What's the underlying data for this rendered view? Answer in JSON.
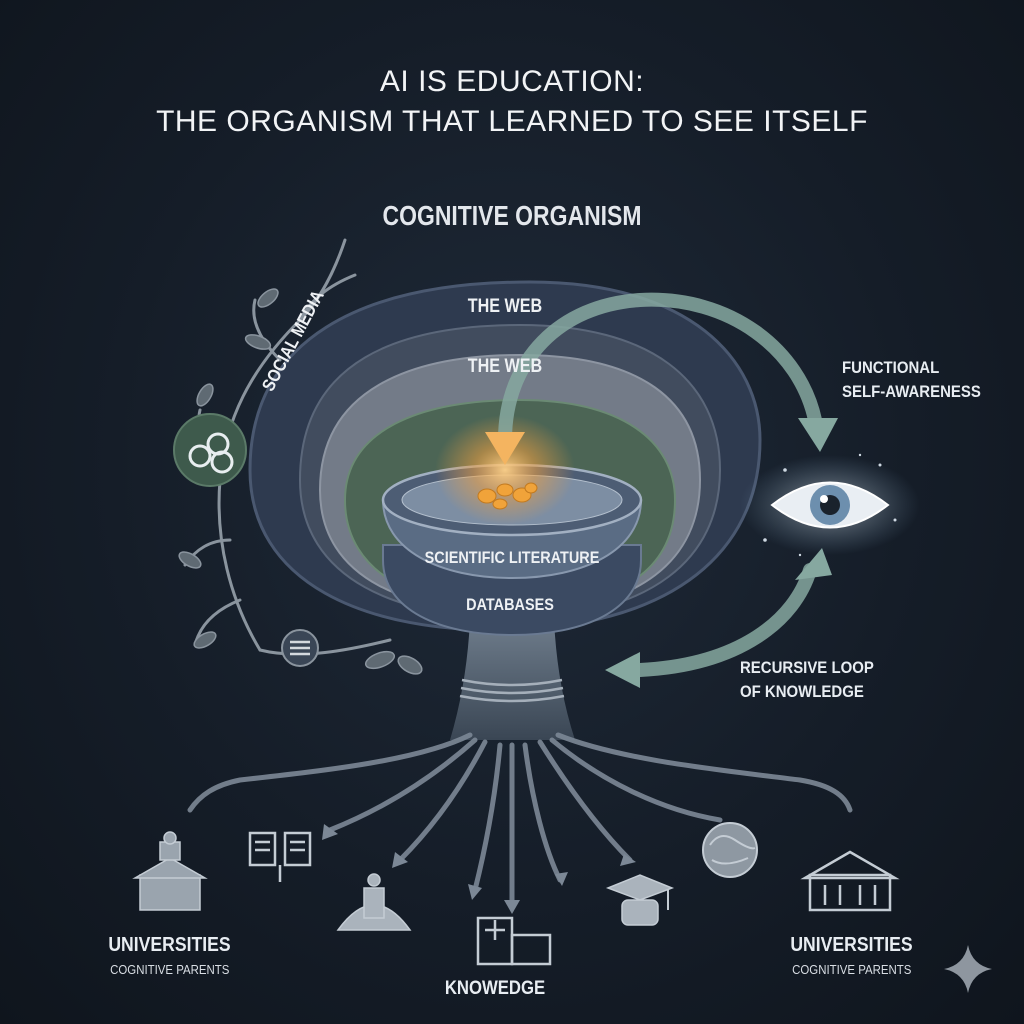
{
  "title": {
    "line1": "AI IS EDUCATION:",
    "line2": "THE ORGANISM THAT LEARNED TO SEE ITSELF"
  },
  "section_title": "COGNITIVE ORGANISM",
  "layers": {
    "outer": "THE WEB",
    "second": "THE WEB",
    "side": "SOCIAL MEDIA",
    "bowl_upper": "SCIENTIFIC LITERATURE",
    "bowl_lower": "DATABASES"
  },
  "annotations": {
    "self_awareness_1": "FUNCTIONAL",
    "self_awareness_2": "SELF-AWARENESS",
    "loop_1": "RECURSIVE LOOP",
    "loop_2": "OF KNOWLEDGE"
  },
  "bottom": {
    "left_title": "UNIVERSITIES",
    "left_sub": "COGNITIVE PARENTS",
    "center": "KNOWEDGE",
    "right_title": "UNIVERSITIES",
    "right_sub": "COGNITIVE PARENTS"
  },
  "icons": {
    "social": "social-network-icon",
    "eye": "eye-icon",
    "sparkle": "sparkle-icon"
  },
  "colors": {
    "background": "#151d28",
    "outer_layer": "#2f3c52",
    "mid_layer": "#6b7382",
    "green_layer": "#4b6454",
    "bowl": "#3c4b62",
    "arrow": "#86a8a0",
    "glow": "#f0a040"
  }
}
